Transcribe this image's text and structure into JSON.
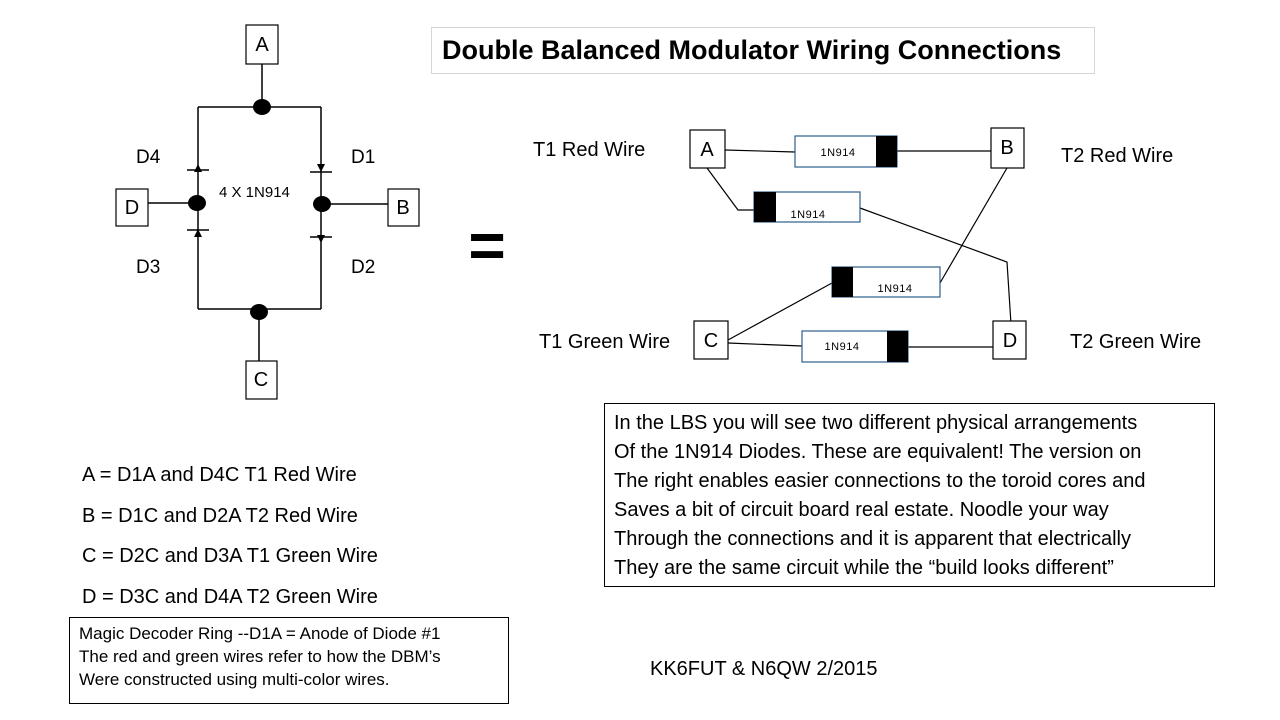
{
  "title": "Double Balanced Modulator Wiring Connections",
  "bridge": {
    "nodes": {
      "a": "A",
      "b": "B",
      "c": "C",
      "d": "D"
    },
    "diodes": {
      "d1": "D1",
      "d2": "D2",
      "d3": "D3",
      "d4": "D4"
    },
    "part_label": "4 X 1N914"
  },
  "equals": "=",
  "layout_b": {
    "nodes": {
      "a": "A",
      "b": "B",
      "c": "C",
      "d": "D"
    },
    "wires": {
      "t1_red": "T1 Red Wire",
      "t2_red": "T2 Red Wire",
      "t1_green": "T1 Green Wire",
      "t2_green": "T2 Green Wire"
    },
    "diode_part": "1N914"
  },
  "mapping": [
    "A = D1A and D4C T1 Red Wire",
    "B = D1C and D2A T2 Red Wire",
    "C = D2C and D3A T1 Green Wire",
    "D = D3C and D4A T2 Green Wire"
  ],
  "note_lines": [
    "Magic Decoder Ring --D1A = Anode of Diode #1",
    "The red and green wires refer to how the DBM’s",
    "Were constructed using multi-color wires."
  ],
  "explanation_lines": [
    "In the LBS you will see two different physical arrangements",
    "Of the 1N914 Diodes. These are equivalent! The version on",
    "The right enables easier connections to the toroid cores and",
    "Saves a bit of circuit board real estate. Noodle your way",
    "Through the connections and it is apparent that electrically",
    "They are the same circuit while the “build looks different”"
  ],
  "credit": "KK6FUT & N6QW 2/2015"
}
